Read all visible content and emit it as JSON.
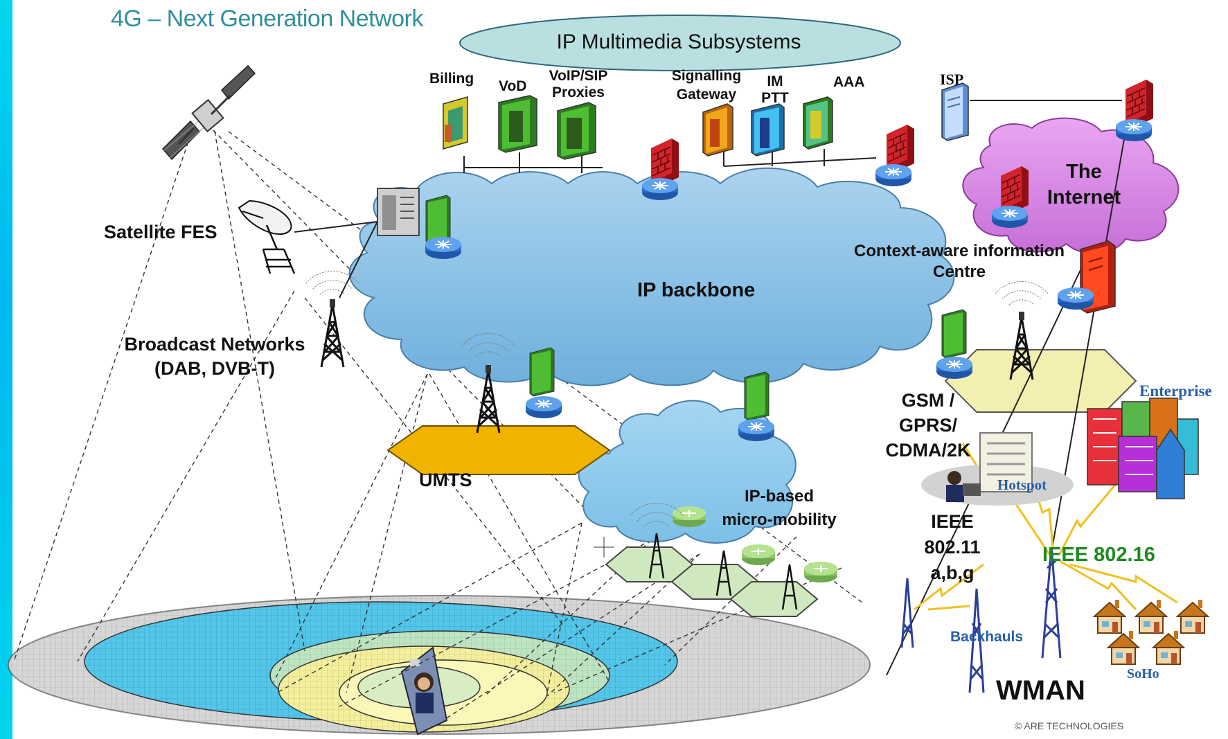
{
  "title": "4G – Next Generation Network",
  "ims": "IP Multimedia Subsystems",
  "services": {
    "billing": "Billing",
    "vod": "VoD",
    "voip_1": "VoIP/SIP",
    "voip_2": "Proxies",
    "signalling_1": "Signalling",
    "signalling_2": "Gateway",
    "im_1": "IM",
    "im_2": "PTT",
    "aaa": "AAA",
    "isp": "ISP"
  },
  "internet_1": "The",
  "internet_2": "Internet",
  "satellite_fes": "Satellite FES",
  "ip_backbone": "IP backbone",
  "context_1": "Context-aware information",
  "context_2": "Centre",
  "broadcast_1": "Broadcast Networks",
  "broadcast_2": "(DAB, DVB-T)",
  "gsm_1": "GSM /",
  "gsm_2": "GPRS/",
  "gsm_3": "CDMA/2K",
  "enterprise": "Enterprise",
  "umts": "UMTS",
  "hotspot": "Hotspot",
  "micro_1": "IP-based",
  "micro_2": "micro-mobility",
  "ieee11_1": "IEEE",
  "ieee11_2": "802.11",
  "ieee11_3": "a,b,g",
  "ieee16": "IEEE 802.16",
  "backhauls": "Backhauls",
  "soho": "SoHo",
  "wman": "WMAN",
  "copyright": "© ARE TECHNOLOGIES",
  "colors": {
    "title": "#2f8f9d",
    "cloud_backbone": "#8ec3e6",
    "cloud_internet": "#d98be6",
    "ims_ellipse": "#b9dfe0",
    "hex_umts": "#f0b400",
    "hex_gsm": "#f2efb0",
    "hex_micro": "#cfe8c0",
    "ieee16_text": "#1f8a1f",
    "serif_blue": "#2a5fa8",
    "firewall": "#c8181e",
    "router": "#2a6bc9",
    "left_bar": "#00c8ee"
  }
}
